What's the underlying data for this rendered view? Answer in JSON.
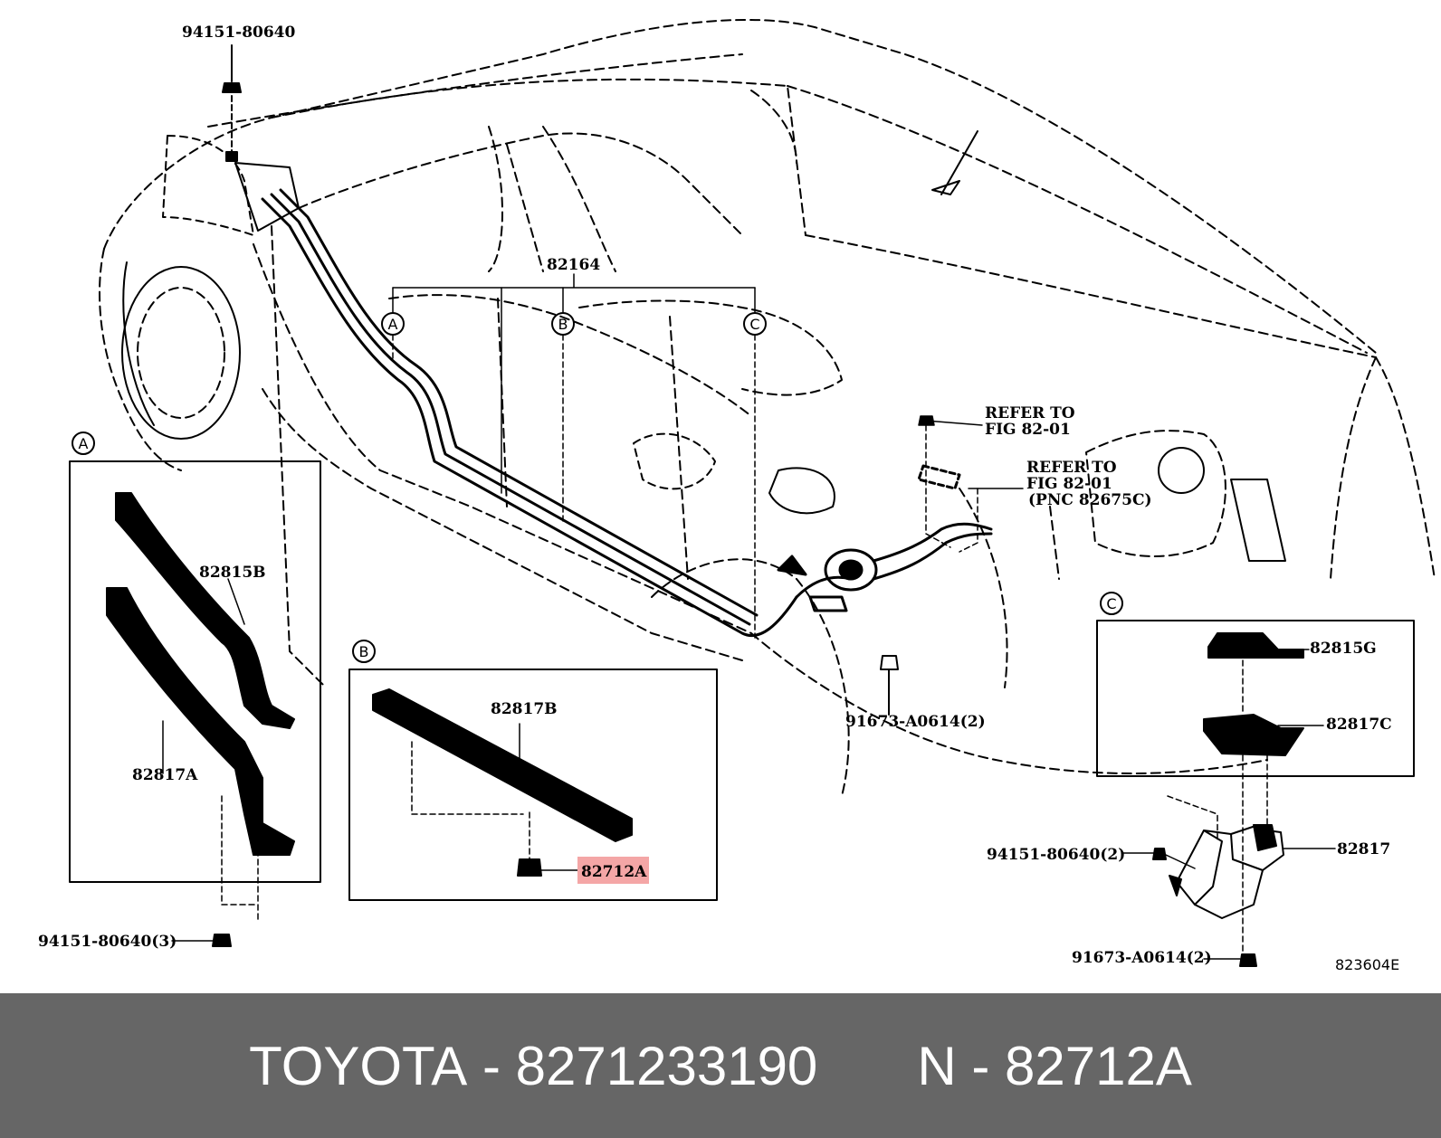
{
  "labels": {
    "top_clip": "94151-80640",
    "harness": "82164",
    "callout_a": "A",
    "callout_b": "B",
    "callout_c": "C",
    "refer1_line1": "REFER TO",
    "refer1_line2": "FIG 82-01",
    "refer2_line1": "REFER TO",
    "refer2_line2": "FIG 82-01",
    "refer2_line3": "(PNC 82675C)",
    "bolt_mid": "91673-A0614(2)",
    "a_upper": "82815B",
    "a_lower": "82817A",
    "a_clip": "94151-80640(3)",
    "b_strip": "82817B",
    "b_clip": "82712A",
    "c_upper": "82815G",
    "c_lower": "82817C",
    "bracket": "82817",
    "bracket_clip": "94151-80640(2)",
    "bracket_bolt": "91673-A0614(2)",
    "figure_no": "823604E"
  },
  "colors": {
    "highlight": "#f4a6a6",
    "footer_bg": "#666666",
    "footer_text": "#ffffff",
    "line": "#000000"
  },
  "footer": {
    "brand": "TOYOTA",
    "sep1": "-",
    "part_number": "8271233190",
    "n_label": "N",
    "sep2": "-",
    "pnc": "82712A"
  }
}
